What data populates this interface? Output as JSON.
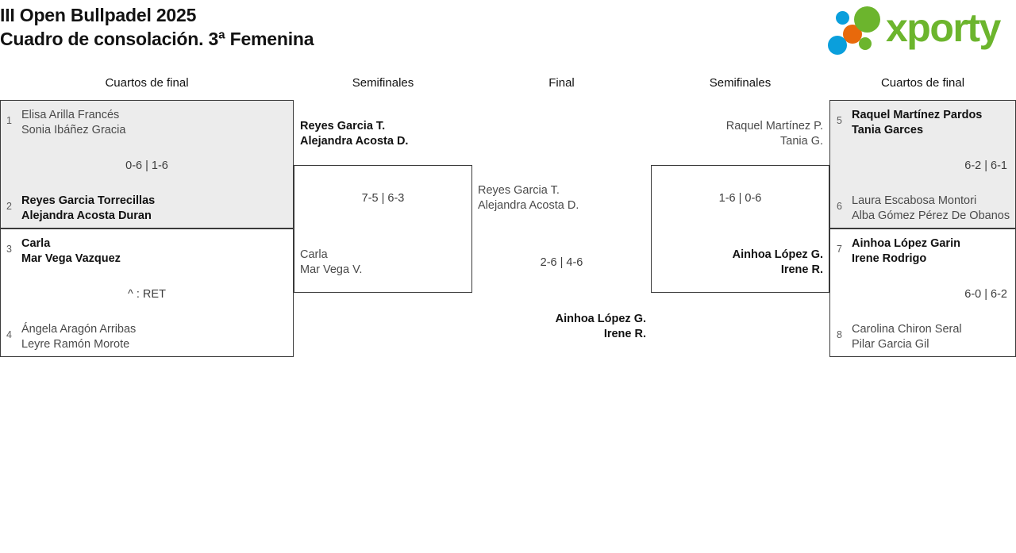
{
  "header": {
    "title_line1": "III Open Bullpadel 2025",
    "title_line2": "Cuadro de consolación. 3ª Femenina",
    "logo": {
      "wordmark": "xporty",
      "colors": {
        "green": "#6cb52d",
        "blue": "#0a9fdc",
        "orange": "#e8690b"
      }
    }
  },
  "rounds": [
    {
      "label": "Cuartos de final",
      "side": "left"
    },
    {
      "label": "Semifinales",
      "side": "left"
    },
    {
      "label": "Final",
      "side": "center"
    },
    {
      "label": "Semifinales",
      "side": "right"
    },
    {
      "label": "Cuartos de final",
      "side": "right"
    }
  ],
  "matches": {
    "qf_left_top": {
      "shaded": true,
      "top": {
        "seed": "1",
        "p1": "Elisa Arilla Francés",
        "p2": "Sonia Ibáñez Gracia",
        "winner": false
      },
      "bottom": {
        "seed": "2",
        "p1": "Reyes Garcia Torrecillas",
        "p2": "Alejandra Acosta Duran",
        "winner": true
      },
      "score": "0-6 | 1-6"
    },
    "qf_left_bottom": {
      "shaded": false,
      "top": {
        "seed": "3",
        "p1": "Carla",
        "p2": "Mar Vega Vazquez",
        "winner": true
      },
      "bottom": {
        "seed": "4",
        "p1": "Ángela Aragón Arribas",
        "p2": "Leyre Ramón Morote",
        "winner": false
      },
      "score": "^ : RET"
    },
    "sf_left": {
      "top": {
        "p1": "Reyes Garcia T.",
        "p2": "Alejandra Acosta D.",
        "winner": true
      },
      "bottom": {
        "p1": "Carla",
        "p2": "Mar Vega V.",
        "winner": false
      },
      "score": "7-5 | 6-3"
    },
    "final": {
      "top": {
        "p1": "Reyes Garcia T.",
        "p2": "Alejandra Acosta D.",
        "winner": false
      },
      "bottom": {
        "p1": "Ainhoa López G.",
        "p2": "Irene R.",
        "winner": true
      },
      "score": "2-6 | 4-6"
    },
    "sf_right": {
      "top": {
        "p1": "Raquel Martínez P.",
        "p2": "Tania G.",
        "winner": false
      },
      "bottom": {
        "p1": "Ainhoa López G.",
        "p2": "Irene R.",
        "winner": true
      },
      "score": "1-6 | 0-6"
    },
    "qf_right_top": {
      "shaded": true,
      "top": {
        "seed": "5",
        "p1": "Raquel Martínez Pardos",
        "p2": "Tania Garces",
        "winner": true
      },
      "bottom": {
        "seed": "6",
        "p1": "Laura Escabosa Montori",
        "p2": "Alba Gómez Pérez De Obanos",
        "winner": false
      },
      "score": "6-2 | 6-1"
    },
    "qf_right_bottom": {
      "shaded": false,
      "top": {
        "seed": "7",
        "p1": "Ainhoa López Garin",
        "p2": "Irene Rodrigo",
        "winner": true
      },
      "bottom": {
        "seed": "8",
        "p1": "Carolina Chiron Seral",
        "p2": "Pilar Garcia Gil",
        "winner": false
      },
      "score": "6-0 | 6-2"
    }
  }
}
